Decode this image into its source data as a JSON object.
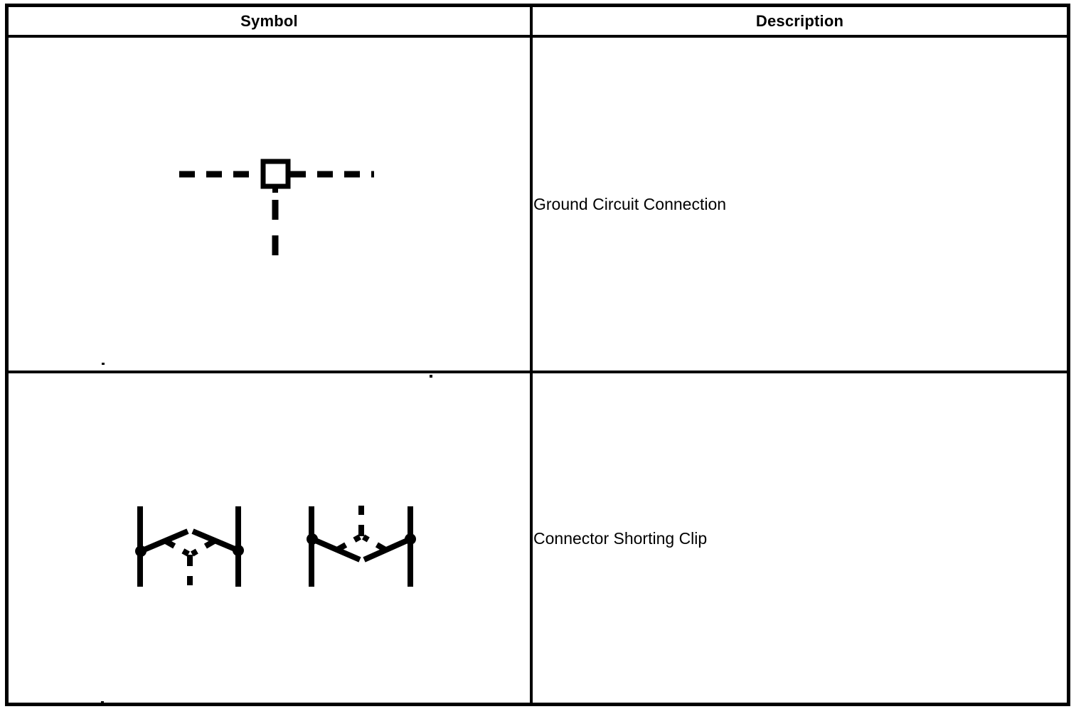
{
  "table": {
    "columns": [
      {
        "key": "symbol",
        "label": "Symbol"
      },
      {
        "key": "description",
        "label": "Description"
      }
    ],
    "rows": [
      {
        "symbol_name": "ground-circuit-connection-symbol",
        "description": "Ground Circuit Connection"
      },
      {
        "symbol_name": "connector-shorting-clip-symbol",
        "description": "Connector Shorting Clip"
      }
    ]
  },
  "style": {
    "line_color": "#000000",
    "background_color": "#ffffff"
  },
  "symbols": {
    "ground_circuit_connection": {
      "parts": [
        "dashed-horizontal-wire",
        "square-ground-node",
        "dashed-vertical-wire"
      ]
    },
    "connector_shorting_clip": {
      "variants": [
        "shorting-clip-down-dash",
        "shorting-clip-up-dash"
      ],
      "parts": [
        "left-terminal-bar",
        "right-terminal-bar",
        "terminal-dot",
        "solid-clip-legs",
        "dashed-branch",
        "dashed-stem"
      ]
    }
  }
}
